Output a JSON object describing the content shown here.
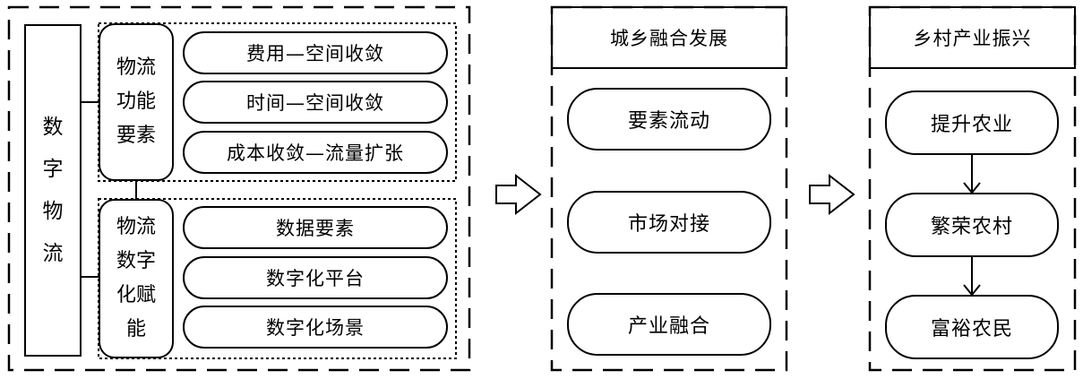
{
  "left": {
    "main_label": "数\n字\n物\n流",
    "group1": {
      "label": "物流\n功能\n要素",
      "items": [
        "费用—空间收敛",
        "时间—空间收敛",
        "成本收敛—流量扩张"
      ]
    },
    "group2": {
      "label": "物流\n数字\n化赋\n能",
      "items": [
        "数据要素",
        "数字化平台",
        "数字化场景"
      ]
    }
  },
  "middle": {
    "title": "城乡融合发展",
    "items": [
      "要素流动",
      "市场对接",
      "产业融合"
    ]
  },
  "right": {
    "title": "乡村产业振兴",
    "items": [
      "提升农业",
      "繁荣农村",
      "富裕农民"
    ]
  }
}
